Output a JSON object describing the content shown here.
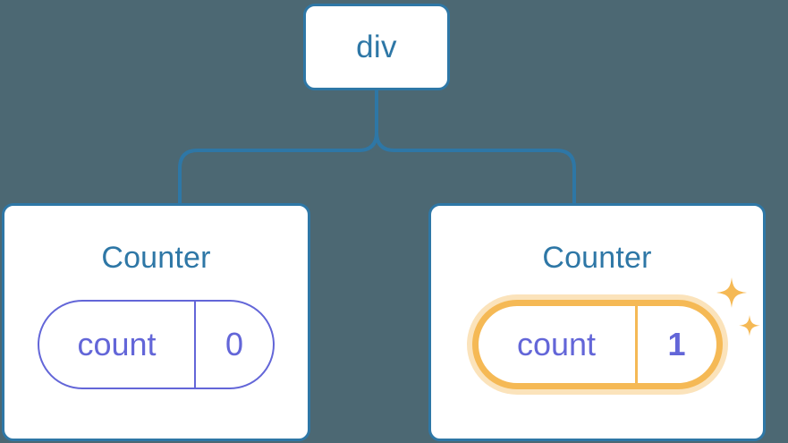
{
  "theme": {
    "background": "#4c6873",
    "card_bg": "#ffffff",
    "card_border": "#2e77a6",
    "connector": "#2e77a6",
    "title_color": "#2e77a6",
    "state_color": "#6366d8",
    "highlight_color": "#f5b955",
    "highlight_glow": "#fbe3bb"
  },
  "tree": {
    "root": {
      "label": "div"
    },
    "children": [
      {
        "title": "Counter",
        "state": {
          "key": "count",
          "value": "0"
        },
        "highlighted": false
      },
      {
        "title": "Counter",
        "state": {
          "key": "count",
          "value": "1"
        },
        "highlighted": true,
        "sparkle_large": "sparkle-icon",
        "sparkle_small": "sparkle-icon"
      }
    ]
  }
}
